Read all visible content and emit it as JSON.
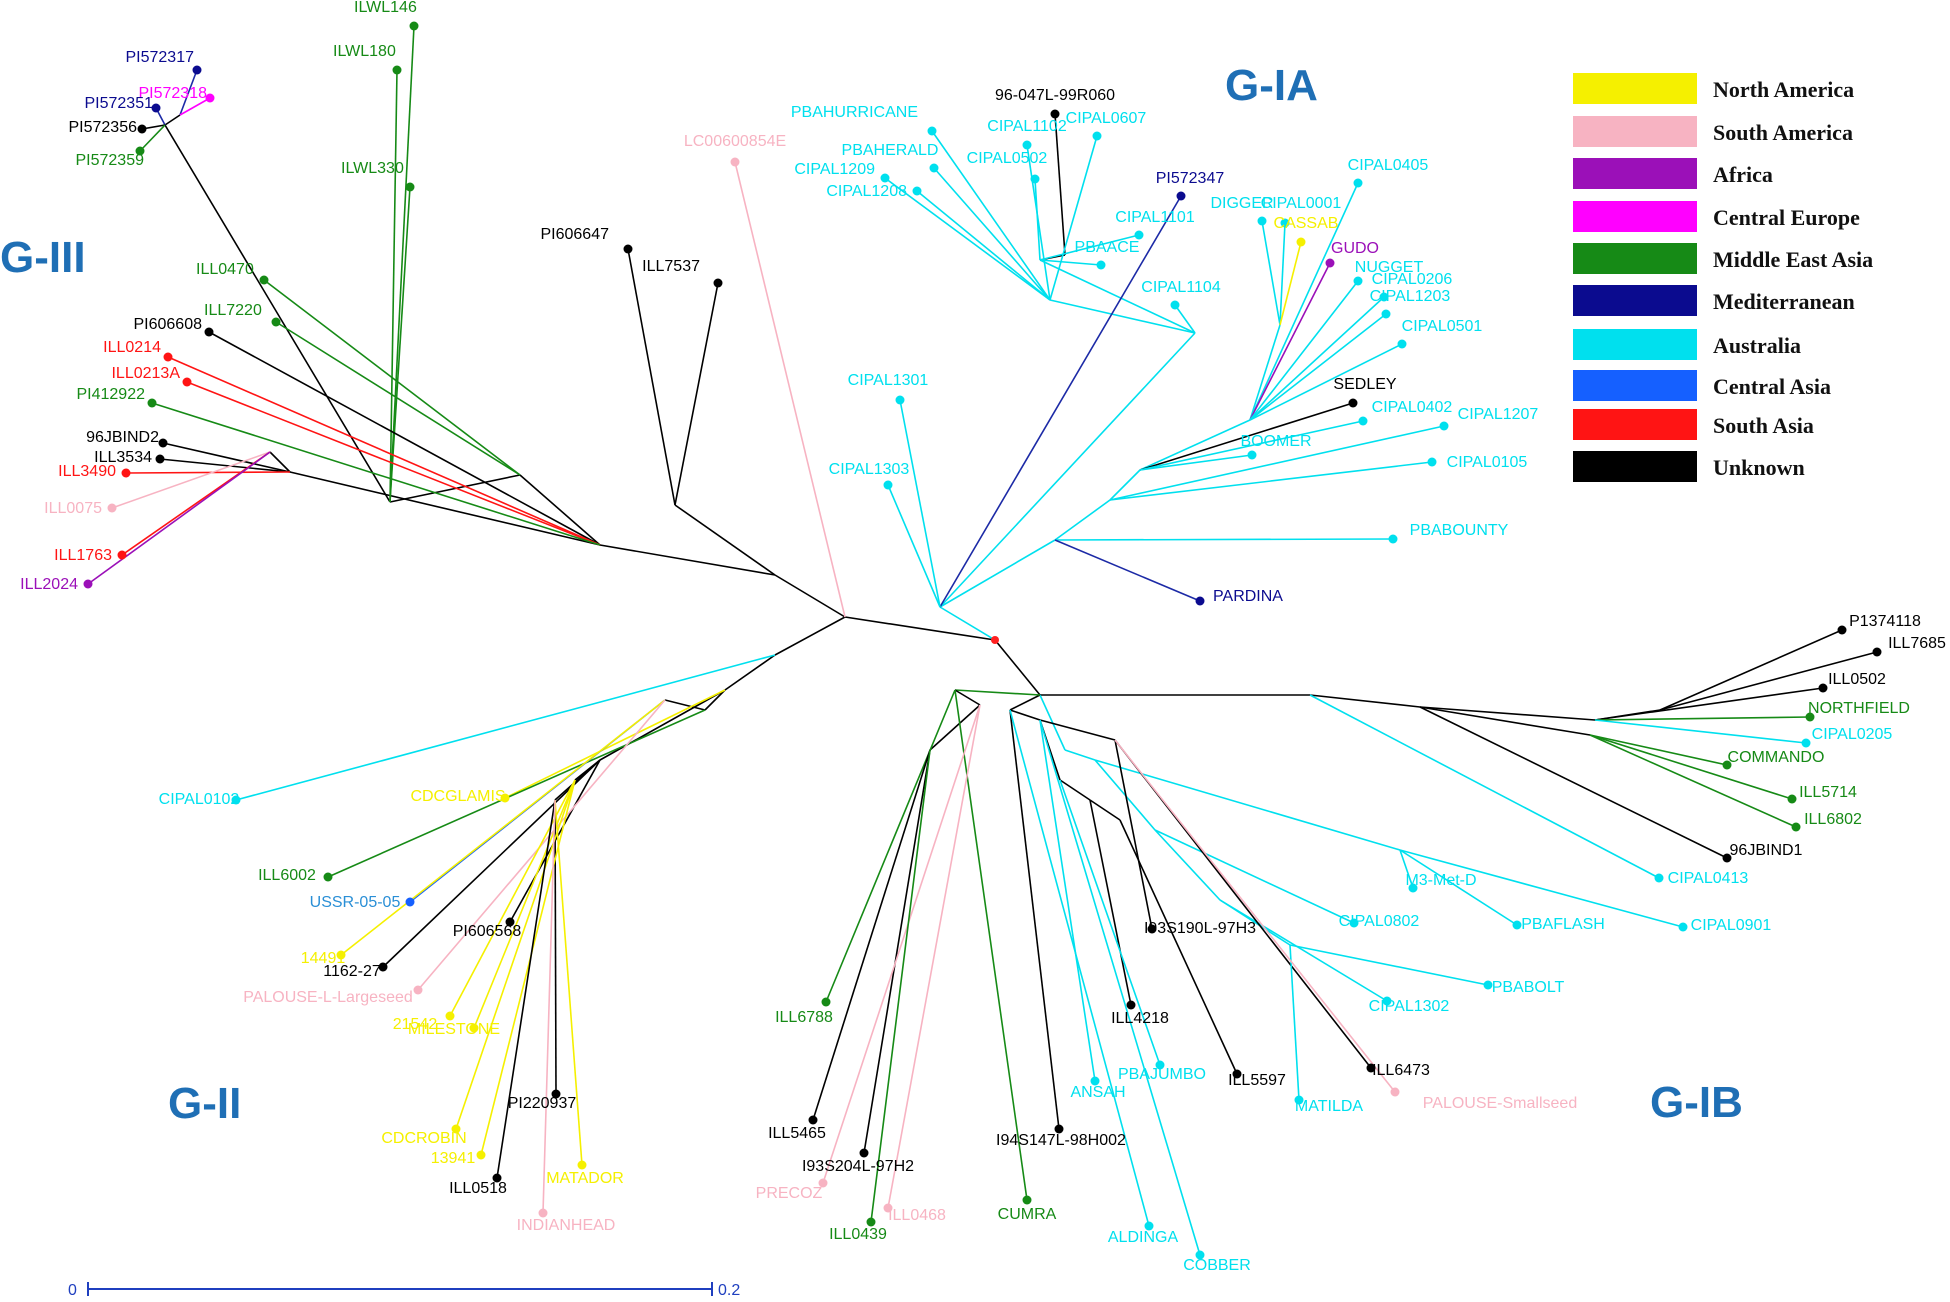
{
  "groups": [
    "G-IA",
    "G-IB",
    "G-II",
    "G-III"
  ],
  "colors": {
    "North America": "#f5f000",
    "South America": "#f7b3c2",
    "Africa": "#9b10b8",
    "Central Europe": "#ff00ff",
    "Middle East Asia": "#168a16",
    "Mediterranean": "#0b0b8f",
    "Australia": "#00e0ee",
    "Central Asia": "#1560ff",
    "South Asia": "#ff1414",
    "Unknown": "#000000",
    "Central Asia label": "#2a8fd6",
    "Mediterranean branch": "#1c2aa6",
    "root": "#ff2020"
  },
  "legend": [
    {
      "label": "North America",
      "color": "#f5f000"
    },
    {
      "label": "South America",
      "color": "#f7b3c2"
    },
    {
      "label": "Africa",
      "color": "#9b10b8"
    },
    {
      "label": "Central Europe",
      "color": "#ff00ff"
    },
    {
      "label": "Middle East Asia",
      "color": "#168a16"
    },
    {
      "label": "Mediterranean",
      "color": "#0b0b8f"
    },
    {
      "label": "Australia",
      "color": "#00e0ee"
    },
    {
      "label": "Central Asia",
      "color": "#1560ff"
    },
    {
      "label": "South Asia",
      "color": "#ff1414"
    },
    {
      "label": "Unknown",
      "color": "#000000"
    }
  ],
  "scale": {
    "min": "0",
    "max": "0.2"
  },
  "tips": [
    {
      "label": "PI572317",
      "origin": "Mediterranean"
    },
    {
      "label": "PI572318",
      "origin": "Central Europe"
    },
    {
      "label": "PI572351",
      "origin": "Mediterranean"
    },
    {
      "label": "PI572356",
      "origin": "Unknown"
    },
    {
      "label": "PI572359",
      "origin": "Middle East Asia"
    },
    {
      "label": "ILWL146",
      "origin": "Middle East Asia"
    },
    {
      "label": "ILWL180",
      "origin": "Middle East Asia"
    },
    {
      "label": "ILWL330",
      "origin": "Middle East Asia"
    },
    {
      "label": "ILL0470",
      "origin": "Middle East Asia"
    },
    {
      "label": "ILL7220",
      "origin": "Middle East Asia"
    },
    {
      "label": "PI606608",
      "origin": "Unknown"
    },
    {
      "label": "ILL0214",
      "origin": "South Asia"
    },
    {
      "label": "ILL0213A",
      "origin": "South Asia"
    },
    {
      "label": "PI412922",
      "origin": "Middle East Asia"
    },
    {
      "label": "96JBIND2",
      "origin": "Unknown"
    },
    {
      "label": "ILL3534",
      "origin": "Unknown"
    },
    {
      "label": "ILL3490",
      "origin": "South Asia"
    },
    {
      "label": "ILL0075",
      "origin": "South America"
    },
    {
      "label": "ILL1763",
      "origin": "South Asia"
    },
    {
      "label": "ILL2024",
      "origin": "Africa"
    },
    {
      "label": "PI606647",
      "origin": "Unknown"
    },
    {
      "label": "ILL7537",
      "origin": "Unknown"
    },
    {
      "label": "LC00600854E",
      "origin": "South America"
    },
    {
      "label": "PBAHURRICANE",
      "origin": "Australia"
    },
    {
      "label": "96-047L-99R060",
      "origin": "Unknown"
    },
    {
      "label": "CIPAL1102",
      "origin": "Australia"
    },
    {
      "label": "CIPAL0607",
      "origin": "Australia"
    },
    {
      "label": "PBAHERALD",
      "origin": "Australia"
    },
    {
      "label": "CIPAL0502",
      "origin": "Australia"
    },
    {
      "label": "CIPAL1209",
      "origin": "Australia"
    },
    {
      "label": "CIPAL1208",
      "origin": "Australia"
    },
    {
      "label": "PBAACE",
      "origin": "Australia"
    },
    {
      "label": "CIPAL1101",
      "origin": "Australia"
    },
    {
      "label": "PI572347",
      "origin": "Mediterranean"
    },
    {
      "label": "CIPAL1104",
      "origin": "Australia"
    },
    {
      "label": "DIGGER",
      "origin": "Australia"
    },
    {
      "label": "CIPAL0001",
      "origin": "Australia"
    },
    {
      "label": "CASSAB",
      "origin": "North America"
    },
    {
      "label": "CIPAL0405",
      "origin": "Australia"
    },
    {
      "label": "GUDO",
      "origin": "Africa"
    },
    {
      "label": "NUGGET",
      "origin": "Australia"
    },
    {
      "label": "CIPAL0206",
      "origin": "Australia"
    },
    {
      "label": "CIPAL1203",
      "origin": "Australia"
    },
    {
      "label": "CIPAL0501",
      "origin": "Australia"
    },
    {
      "label": "SEDLEY",
      "origin": "Unknown"
    },
    {
      "label": "CIPAL0402",
      "origin": "Australia"
    },
    {
      "label": "CIPAL1207",
      "origin": "Australia"
    },
    {
      "label": "BOOMER",
      "origin": "Australia"
    },
    {
      "label": "CIPAL0105",
      "origin": "Australia"
    },
    {
      "label": "CIPAL1301",
      "origin": "Australia"
    },
    {
      "label": "CIPAL1303",
      "origin": "Australia"
    },
    {
      "label": "PBABOUNTY",
      "origin": "Australia"
    },
    {
      "label": "PARDINA",
      "origin": "Mediterranean"
    },
    {
      "label": "P1374118",
      "origin": "Unknown"
    },
    {
      "label": "ILL7685",
      "origin": "Unknown"
    },
    {
      "label": "ILL0502",
      "origin": "Unknown"
    },
    {
      "label": "NORTHFIELD",
      "origin": "Middle East Asia"
    },
    {
      "label": "CIPAL0205",
      "origin": "Australia"
    },
    {
      "label": "COMMANDO",
      "origin": "Middle East Asia"
    },
    {
      "label": "ILL5714",
      "origin": "Middle East Asia"
    },
    {
      "label": "ILL6802",
      "origin": "Middle East Asia"
    },
    {
      "label": "96JBIND1",
      "origin": "Unknown"
    },
    {
      "label": "CIPAL0413",
      "origin": "Australia"
    },
    {
      "label": "M3-Met-D",
      "origin": "Australia"
    },
    {
      "label": "CIPAL0802",
      "origin": "Australia"
    },
    {
      "label": "PBAFLASH",
      "origin": "Australia"
    },
    {
      "label": "CIPAL0901",
      "origin": "Australia"
    },
    {
      "label": "PBABOLT",
      "origin": "Australia"
    },
    {
      "label": "CIPAL1302",
      "origin": "Australia"
    },
    {
      "label": "I93S190L-97H3",
      "origin": "Unknown"
    },
    {
      "label": "ILL4218",
      "origin": "Unknown"
    },
    {
      "label": "PBAJUMBO",
      "origin": "Australia"
    },
    {
      "label": "ILL5597",
      "origin": "Unknown"
    },
    {
      "label": "ILL6473",
      "origin": "Unknown"
    },
    {
      "label": "ANSAH",
      "origin": "Australia"
    },
    {
      "label": "MATILDA",
      "origin": "Australia"
    },
    {
      "label": "PALOUSE-Smallseed",
      "origin": "South America"
    },
    {
      "label": "I94S147L-98H002",
      "origin": "Unknown"
    },
    {
      "label": "CUMRA",
      "origin": "Middle East Asia"
    },
    {
      "label": "ALDINGA",
      "origin": "Australia"
    },
    {
      "label": "COBBER",
      "origin": "Australia"
    },
    {
      "label": "ILL6788",
      "origin": "Middle East Asia"
    },
    {
      "label": "ILL5465",
      "origin": "Unknown"
    },
    {
      "label": "I93S204L-97H2",
      "origin": "Unknown"
    },
    {
      "label": "PRECOZ",
      "origin": "South America"
    },
    {
      "label": "ILL0468",
      "origin": "South America"
    },
    {
      "label": "ILL0439",
      "origin": "Middle East Asia"
    },
    {
      "label": "CIPAL0102",
      "origin": "Australia"
    },
    {
      "label": "CDCGLAMIS",
      "origin": "North America"
    },
    {
      "label": "ILL6002",
      "origin": "Middle East Asia"
    },
    {
      "label": "USSR-05-05",
      "origin": "Central Asia"
    },
    {
      "label": "PI606568",
      "origin": "Unknown"
    },
    {
      "label": "14491",
      "origin": "North America"
    },
    {
      "label": "1162-27",
      "origin": "Unknown"
    },
    {
      "label": "PALOUSE-L-Largeseed",
      "origin": "South America"
    },
    {
      "label": "21542",
      "origin": "North America"
    },
    {
      "label": "MILESTONE",
      "origin": "North America"
    },
    {
      "label": "PI220937",
      "origin": "Unknown"
    },
    {
      "label": "CDCROBIN",
      "origin": "North America"
    },
    {
      "label": "13941",
      "origin": "North America"
    },
    {
      "label": "ILL0518",
      "origin": "Unknown"
    },
    {
      "label": "MATADOR",
      "origin": "North America"
    },
    {
      "label": "INDIANHEAD",
      "origin": "South America"
    }
  ]
}
